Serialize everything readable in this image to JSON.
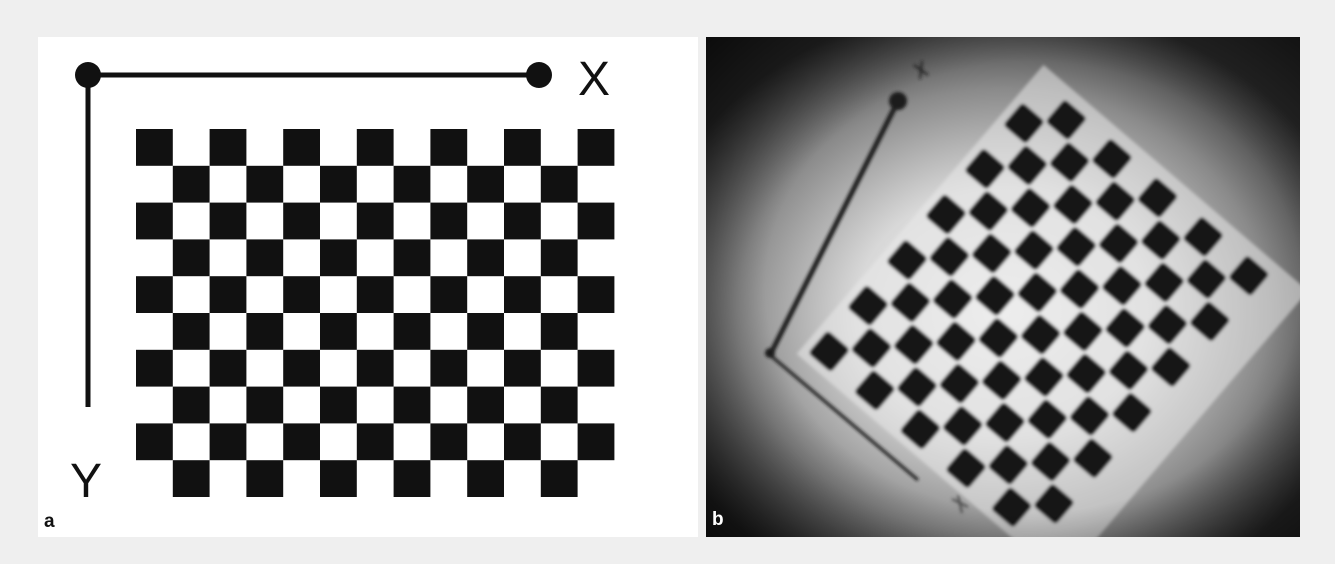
{
  "figure": {
    "panel_a": {
      "label": "a",
      "axis_x_label": "X",
      "axis_y_label": "Y",
      "board": {
        "columns": 13,
        "rows": 10
      }
    },
    "panel_b": {
      "label": "b",
      "board": {
        "columns": 12,
        "rows": 10
      }
    }
  },
  "colors": {
    "page_background": "#efefef",
    "panel_a_background": "#ffffff",
    "ink": "#111111"
  }
}
